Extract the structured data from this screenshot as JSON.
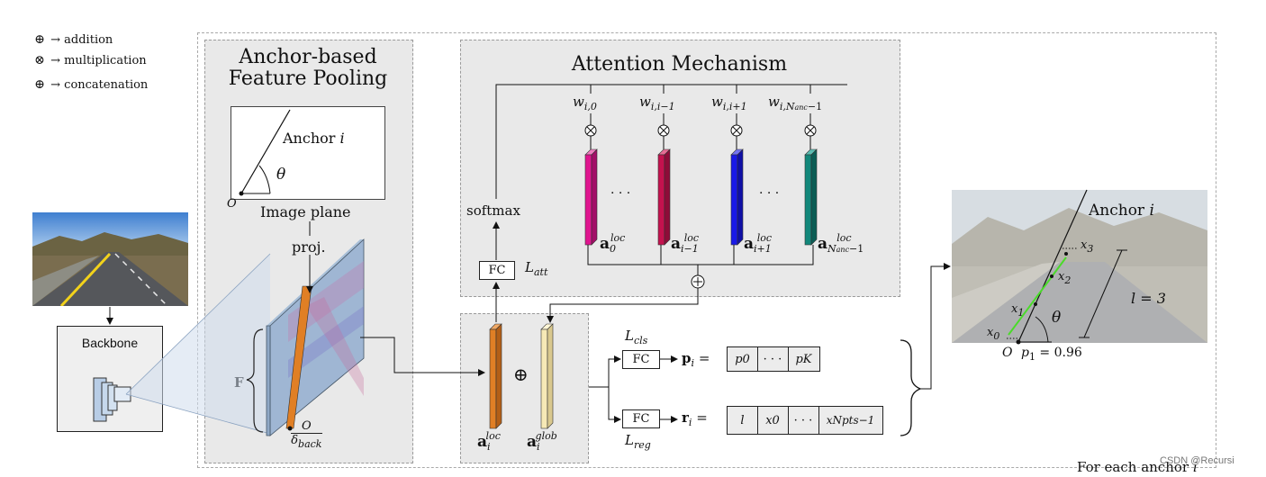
{
  "legend": [
    {
      "symbol": "⊕",
      "label": "→ addition"
    },
    {
      "symbol": "⊗",
      "label": "→ multiplication"
    },
    {
      "symbol": "⊕",
      "label": "→ concatenation"
    }
  ],
  "pooling": {
    "title_line1": "Anchor-based",
    "title_line2": "Feature Pooling",
    "anchor_label": "Anchor",
    "anchor_var": "i",
    "theta": "θ",
    "origin": "O",
    "image_plane": "Image plane",
    "proj": "proj.",
    "feature": "F",
    "delta_num": "O",
    "delta_den": "δ",
    "delta_sub": "back"
  },
  "attention": {
    "title": "Attention Mechanism",
    "softmax": "softmax",
    "fc": "FC",
    "l_att": "L",
    "l_att_sub": "att",
    "weights": [
      {
        "base": "w",
        "sub": "i,0"
      },
      {
        "base": "w",
        "sub": "i,i−1"
      },
      {
        "base": "w",
        "sub": "i,i+1"
      },
      {
        "base": "w",
        "sub": "i,N"
      }
    ],
    "weight_last_subsub": "anc",
    "weight_last_tail": "−1",
    "features": [
      {
        "sub": "0",
        "color": "#e0158f"
      },
      {
        "sub": "i−1",
        "color": "#c4124e"
      },
      {
        "sub": "i+1",
        "color": "#1a1ae8"
      },
      {
        "sub": "N",
        "color": "#12877a"
      }
    ],
    "feature_sup": "loc",
    "dots": "· · ·"
  },
  "backbone": {
    "label": "Backbone"
  },
  "concat": {
    "a_loc": "a",
    "a_loc_sup": "loc",
    "a_glob_sup": "glob",
    "a_sub": "i",
    "concat_symbol": "⊕"
  },
  "heads": {
    "l_cls": "L",
    "l_cls_sub": "cls",
    "l_reg": "L",
    "l_reg_sub": "reg",
    "fc": "FC",
    "p_label": "p",
    "r_label": "r",
    "equals": "=",
    "p_cells": [
      "p0",
      "· · ·",
      "pK"
    ],
    "r_cells": [
      "l",
      "x0",
      "· · ·",
      "xNpts−1"
    ]
  },
  "result": {
    "anchor_label": "Anchor",
    "anchor_var": "i",
    "points": [
      "x3",
      "x2",
      "x1",
      "x0"
    ],
    "length": "l = 3",
    "theta": "θ",
    "origin": "O",
    "p1": "p",
    "p1_value": "= 0.96",
    "caption": "For each anchor",
    "caption_var": "i"
  },
  "watermark": "CSDN @Recursi",
  "colors": {
    "orange_bar": "#e07f25",
    "cream_bar": "#f6e9b6",
    "panel_bg": "#e9e9e9"
  }
}
